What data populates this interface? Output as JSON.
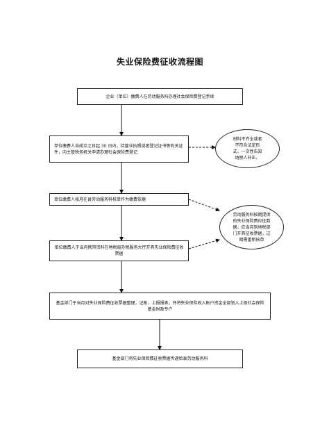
{
  "title": "失业保险费征收流程图",
  "steps": [
    "企业（单位）缴费人在劳动服务科办理社会保险费登记手续",
    "单位缴费人自成立之日起 30 日内，持营业执照或者登记证书等有关证件，向主管税务机关申请办理社会保险费登记",
    "单位缴费人按月在县劳动服务科核单作为缴费依据",
    "单位缴费人于当月携带资料在地税局办税服务大厅开具失业保险费征收票据",
    "基金部门于当月对失业保险费征收票据整理，记账，上报报表，并将失业保险收入账户资金全部划入上级社会保险基金财政专户",
    "基金部门将失业保险费征收票据传递给县劳动服务科"
  ],
  "notes": [
    [
      "材料不齐全或者",
      "不符合法定形",
      "式，一次性告知",
      "纳税人补正。"
    ],
    [
      "劳动服务科按期提供",
      "的失业保险费应征数",
      "据，应当月到地税部",
      "门开具征收票据，过",
      "期需重新核单"
    ]
  ]
}
